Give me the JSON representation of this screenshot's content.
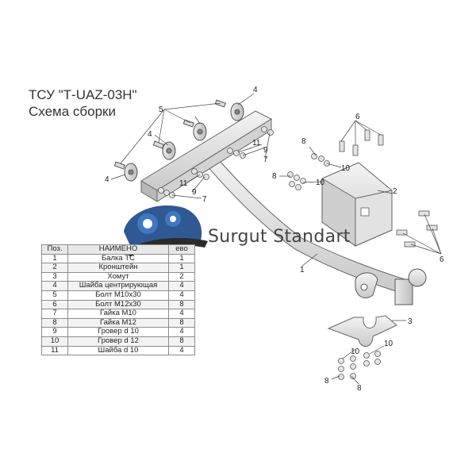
{
  "header": {
    "title": "ТСУ \"Т-UAZ-03Н\"",
    "subtitle": "Схема сборки"
  },
  "watermark": {
    "text": "Surgut Standart",
    "logo_colors": [
      "#1f4a8a",
      "#2f6cc0",
      "#1a1a1a"
    ]
  },
  "table": {
    "headers": [
      "Поз.",
      "НАИМЕНО",
      "ево"
    ],
    "rows": [
      {
        "pos": "1",
        "name": "Балка ТС",
        "qty": "1"
      },
      {
        "pos": "2",
        "name": "Кронштейн",
        "qty": "1"
      },
      {
        "pos": "3",
        "name": "Хомут",
        "qty": "2"
      },
      {
        "pos": "4",
        "name": "Шайба центрирующая",
        "qty": "4"
      },
      {
        "pos": "5",
        "name": "Болт М10х30",
        "qty": "4"
      },
      {
        "pos": "6",
        "name": "Болт М12х30",
        "qty": "8"
      },
      {
        "pos": "7",
        "name": "Гайка  М10",
        "qty": "4"
      },
      {
        "pos": "8",
        "name": "Гайка М12",
        "qty": "8"
      },
      {
        "pos": "9",
        "name": "Гровер d 10",
        "qty": "4"
      },
      {
        "pos": "10",
        "name": "Гровер d 12",
        "qty": "8"
      },
      {
        "pos": "11",
        "name": "Шайба d 10",
        "qty": "4"
      }
    ]
  },
  "callouts": {
    "c4a": "4",
    "c5": "5",
    "c4b": "4",
    "c4c": "4",
    "c11a": "11",
    "c9a": "9",
    "c7a": "7",
    "c11b": "11",
    "c9b": "9",
    "c7b": "7",
    "c6a": "6",
    "c8a": "8",
    "c10a": "10",
    "c8b": "8",
    "c10b": "10",
    "c2": "2",
    "c6b": "6",
    "c1": "1",
    "c3": "3",
    "c10c": "10",
    "c10d": "10",
    "c8c": "8",
    "c8d": "8"
  }
}
